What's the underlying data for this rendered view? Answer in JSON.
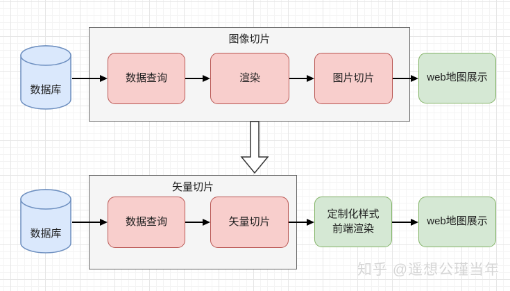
{
  "top_flow": {
    "title": "图像切片",
    "database": "数据库",
    "steps": [
      "数据查询",
      "渲染",
      "图片切片"
    ],
    "output": "web地图展示"
  },
  "bottom_flow": {
    "title": "矢量切片",
    "database": "数据库",
    "steps": [
      "数据查询",
      "矢量切片"
    ],
    "output_render": {
      "line1": "定制化样式",
      "line2": "前端渲染"
    },
    "output": "web地图展示"
  },
  "watermark": {
    "text": "知乎 @遥想公瑾当年"
  },
  "colors": {
    "database_fill": "#dae8fc",
    "database_stroke": "#6c8ebf",
    "process_fill": "#f8cecc",
    "process_stroke": "#b85450",
    "output_fill": "#d5e8d4",
    "output_stroke": "#82b366",
    "container_fill": "#f5f5f5",
    "container_stroke": "#666666",
    "arrow": "#000000"
  }
}
